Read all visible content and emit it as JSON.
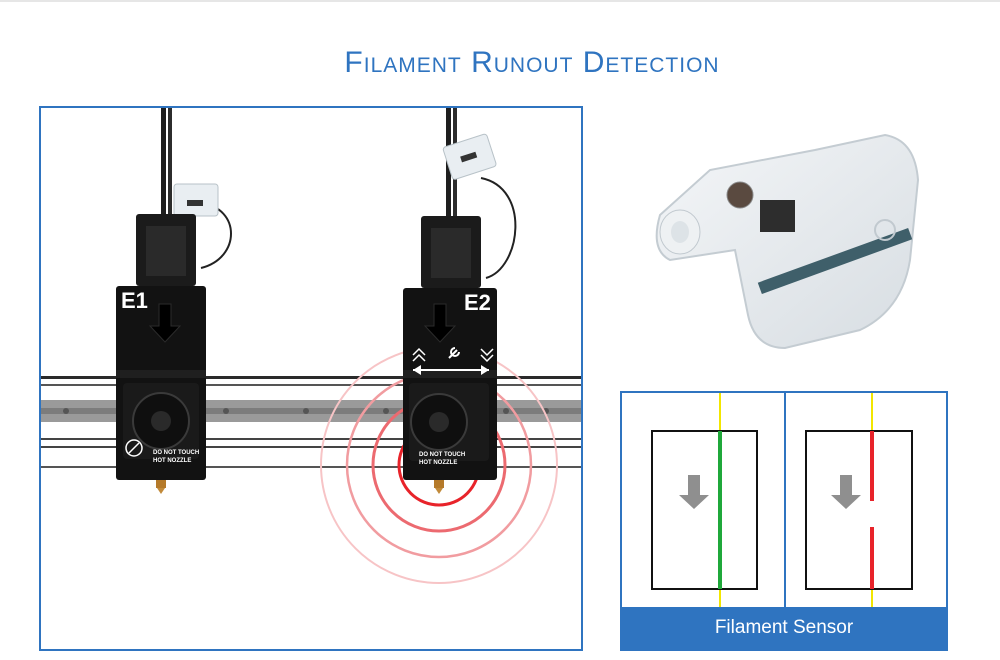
{
  "title": "Filament Runout Detection",
  "scene": {
    "hotends": [
      {
        "label": "E1",
        "warning_line1": "DO NOT TOUCH",
        "warning_line2": "HOT NOZZLE"
      },
      {
        "label": "E2",
        "warning_line1": "DO NOT TOUCH",
        "warning_line2": "HOT NOZZLE"
      }
    ],
    "signal_color": "#e8232a"
  },
  "sensor_panel": {
    "label": "Filament Sensor",
    "left_state": {
      "filament_color": "#1fa83a",
      "guide_color": "#f2e600"
    },
    "right_state": {
      "filament_color": "#e8232a",
      "guide_color": "#f2e600"
    }
  },
  "colors": {
    "accent": "#2f74c0"
  }
}
